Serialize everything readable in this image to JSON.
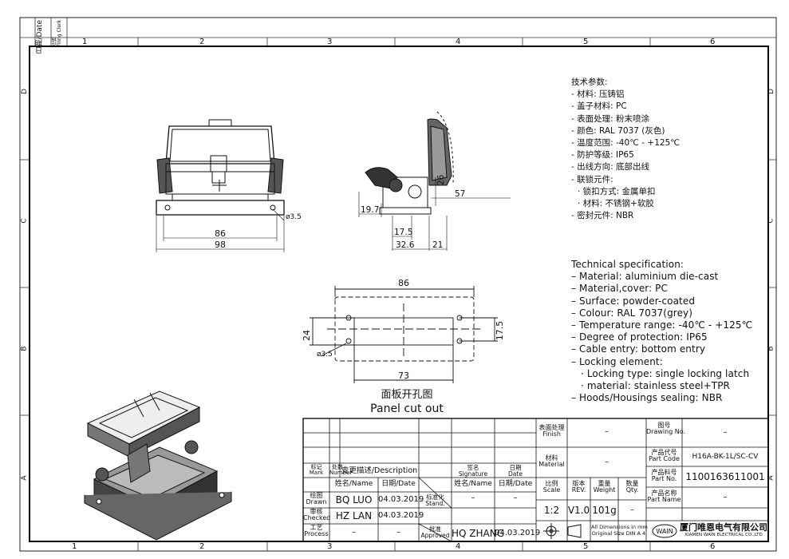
{
  "drawing": {
    "zone_columns": [
      "1",
      "2",
      "3",
      "4",
      "5",
      "6"
    ],
    "zone_rows": [
      "D",
      "C",
      "B",
      "A"
    ],
    "corner_labels": [
      "日期/Date",
      "存档\nFiling Clerk"
    ],
    "dims_front": {
      "width_inner": "86",
      "width_outer": "98",
      "hole": "ø3.5"
    },
    "dims_side": {
      "d1": "19.7",
      "d2": "17.5",
      "d3": "32.6",
      "d4": "21",
      "d5": "26",
      "d6": "57"
    },
    "dims_cutout": {
      "w_outer": "86",
      "w_inner": "73",
      "h_left": "24",
      "h_right": "17.5",
      "hole": "ø3.5"
    },
    "cutout_title_cn": "面板开孔图",
    "cutout_title_en": "Panel cut out"
  },
  "spec_cn": [
    "技术参数:",
    "- 材料: 压铸铝",
    "- 盖子材料: PC",
    "- 表面处理: 粉末喷涂",
    "- 颜色: RAL 7037 (灰色)",
    "- 温度范围: -40℃ - +125℃",
    "- 防护等级: IP65",
    "- 出线方向: 底部出线",
    "- 联锁元件:",
    "  · 锁扣方式: 金属单扣",
    "  · 材料: 不锈钢+软胶",
    "- 密封元件: NBR"
  ],
  "spec_en": [
    "Technical specification:",
    "– Material: aluminium die-cast",
    "– Material,cover: PC",
    "– Surface: powder-coated",
    "– Colour: RAL 7037(grey)",
    "– Temperature range: -40℃ - +125℃",
    "– Degree of protection: IP65",
    "– Cable entry: bottom entry",
    "– Locking element:",
    "    · Locking type: single locking latch",
    "    · material: stainless steel+TPR",
    "– Hoods/Housings sealing: NBR"
  ],
  "title_block": {
    "mark": "标记\nMark",
    "number": "处数\nNumber",
    "description": "变更描述/Description",
    "signature": "签名\nSignature",
    "date": "日期\nDate",
    "name_hdr": "姓名/Name",
    "date_hdr": "日期/Date",
    "name_hdr2": "姓名/Name",
    "date_hdr2": "日期/Date",
    "drawn_label": "绘图\nDrawn",
    "drawn_name": "BQ LUO",
    "drawn_date": "04.03.2019",
    "checked_label": "审核\nChecked",
    "checked_name": "HZ LAN",
    "checked_date": "04.03.2019",
    "process_label": "工艺\nProcess",
    "process_name": "–",
    "process_date": "–",
    "stand_label": "标准化\nStand.",
    "stand_name": "–",
    "stand_date": "–",
    "approved_label": "批准\nApproved",
    "approved_name": "HQ ZHANG",
    "approved_date": "04.03.2019",
    "finish_label": "表面处理\nFinish",
    "finish_value": "–",
    "material_label": "材料\nMaterial",
    "material_value": "–",
    "scale_label": "比例\nScale",
    "scale_value": "1:2",
    "rev_label": "版本\nREV.",
    "rev_value": "V1.0",
    "weight_label": "重量\nWeight",
    "weight_value": "101g",
    "qty_label": "数量\nQty.",
    "qty_value": "–",
    "dim_note": "All Dimensions in mm\nOriginal Size DIN A 4",
    "drawing_no_label": "图号\nDrawing No.",
    "drawing_no_value": "–",
    "part_code_label": "产品代号\nPart Code",
    "part_code_value": "H16A-BK-1L/SC-CV",
    "part_no_label": "产品料号\nPart No.",
    "part_no_value": "1100163611001",
    "part_name_label": "产品名称\nPart Name",
    "part_name_value": "–",
    "logo_text": "WAIN",
    "company_cn": "厦门唯恩电气有限公司",
    "company_en": "XIAMEN WAIN ELECTRICAL CO.,LTD"
  }
}
